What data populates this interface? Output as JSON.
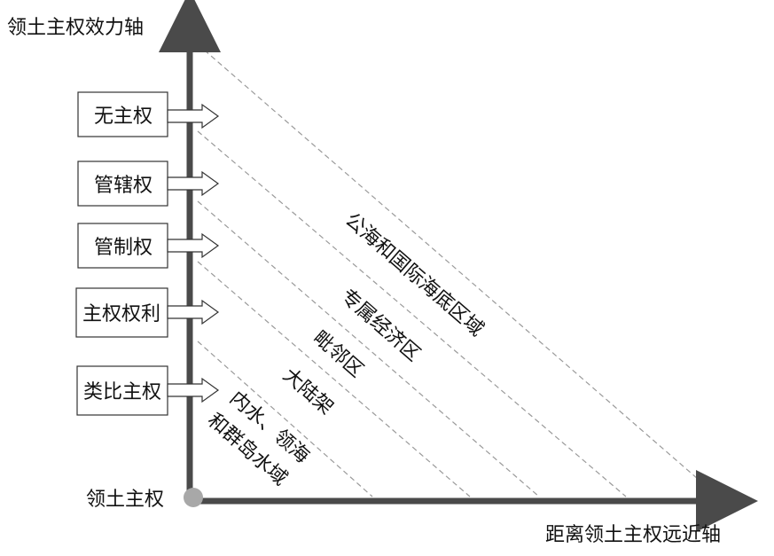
{
  "axes": {
    "y_title": "领土主权效力轴",
    "x_title": "距离领土主权远近轴",
    "origin": "领土主权"
  },
  "levels": [
    {
      "label": "无主权"
    },
    {
      "label": "管辖权"
    },
    {
      "label": "管制权"
    },
    {
      "label": "主权权利"
    },
    {
      "label": "类比主权"
    }
  ],
  "zones": [
    {
      "label": "公海和国际海底区域"
    },
    {
      "label": "专属经济区"
    },
    {
      "label": "毗邻区"
    },
    {
      "label": "大陆架"
    },
    {
      "label_line1": "内水、领海",
      "label_line2": "和群岛水域"
    }
  ],
  "colors": {
    "axis": "#4a4a4a",
    "dashed": "#9a9a9a",
    "origin_dot": "#a8a8a8"
  }
}
